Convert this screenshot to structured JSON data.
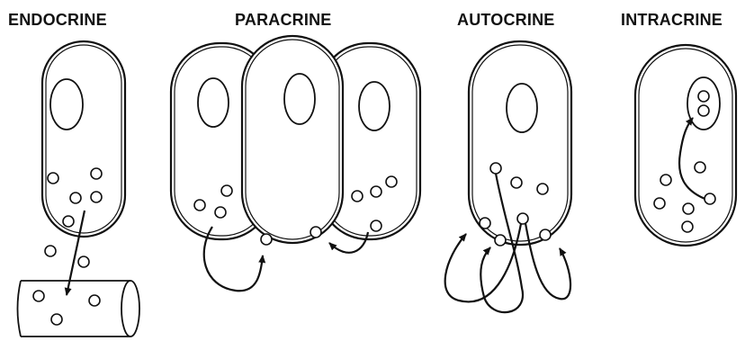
{
  "titles": {
    "endocrine": "ENDOCRINE",
    "paracrine": "PARACRINE",
    "autocrine": "AUTOCRINE",
    "intracrine": "INTRACRINE"
  },
  "colors": {
    "ink": "#111111",
    "background": "#ffffff"
  }
}
